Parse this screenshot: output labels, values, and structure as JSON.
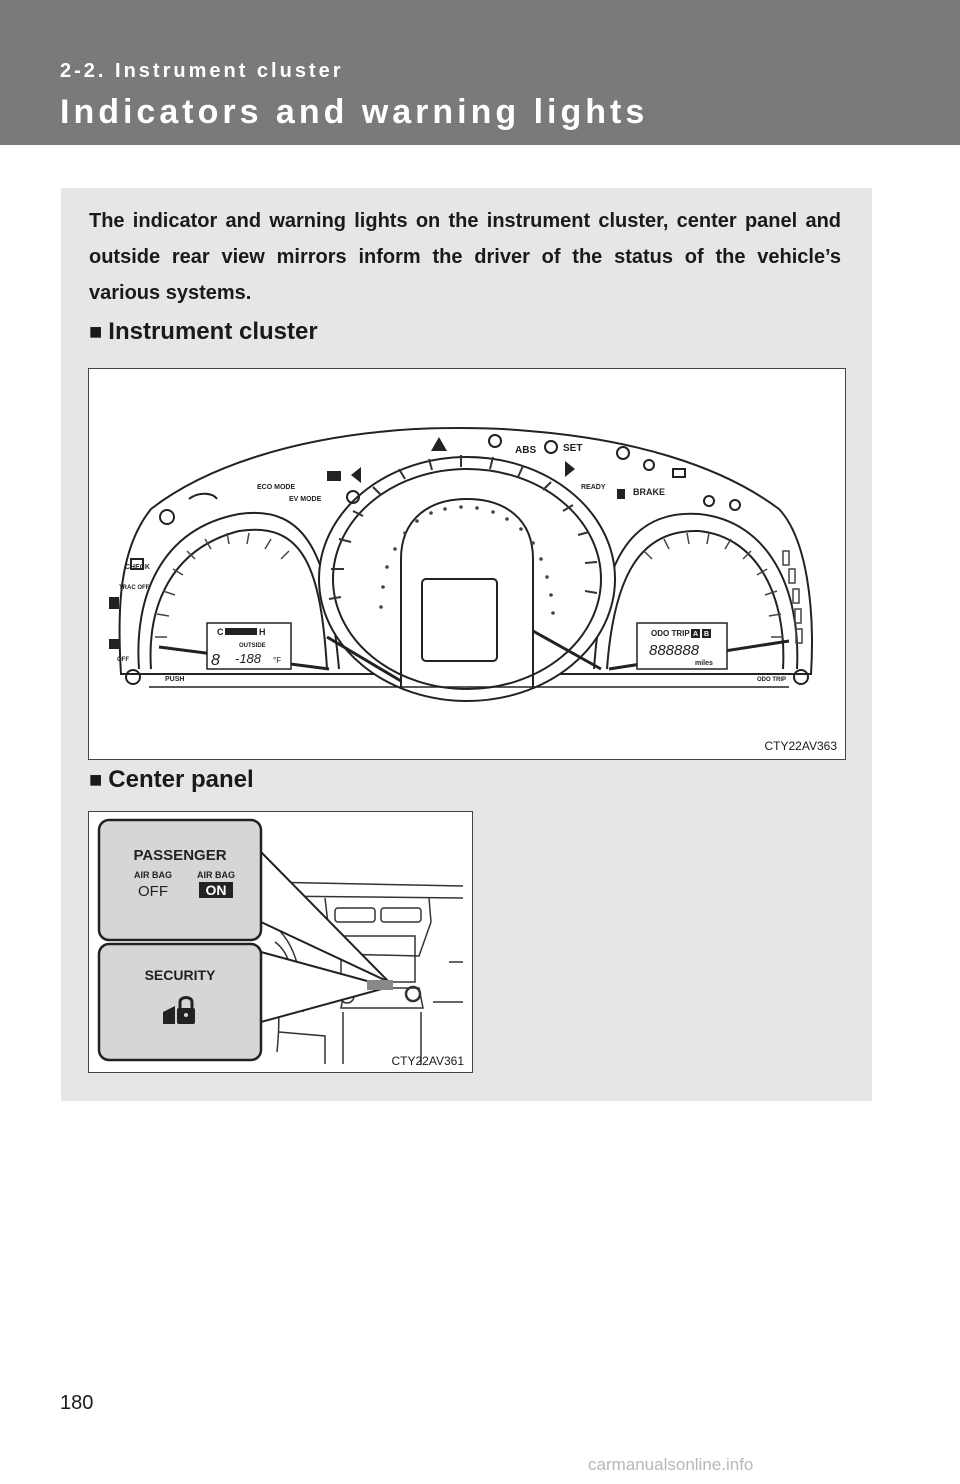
{
  "header": {
    "section_label": "2-2. Instrument cluster",
    "title": "Indicators and warning lights"
  },
  "intro": "The indicator and warning lights on the instrument cluster, center panel and outside rear view mirrors inform the driver of the status of the vehicle’s various systems.",
  "sections": [
    {
      "marker": "■",
      "title": "Instrument cluster",
      "figure_code": "CTY22AV363",
      "cluster_labels": {
        "abs": "ABS",
        "set": "SET",
        "eco_mode": "ECO MODE",
        "ev_mode": "EV MODE",
        "ready": "READY",
        "brake": "BRAKE",
        "check": "CHECK",
        "trac_off": "TRAC OFF",
        "off": "OFF",
        "push": "PUSH",
        "odo_trip_button": "ODO TRIP",
        "temp_cold": "C",
        "temp_hot": "H",
        "outside": "OUTSIDE",
        "temp_readout": "-188",
        "temp_unit": "°F",
        "gear_digit": "8",
        "odo_trip": "ODO TRIP",
        "trip_a": "A",
        "trip_b": "B",
        "odometer": "888888",
        "miles": "miles"
      }
    },
    {
      "marker": "■",
      "title": "Center panel",
      "figure_code": "CTY22AV361",
      "panel_labels": {
        "passenger": "PASSENGER",
        "air_bag_off_label": "AIR BAG",
        "air_bag_off_value": "OFF",
        "air_bag_on_label": "AIR BAG",
        "air_bag_on_value": "ON",
        "security": "SECURITY"
      }
    }
  ],
  "page_number": "180",
  "watermark": "carmanualsonline.info"
}
